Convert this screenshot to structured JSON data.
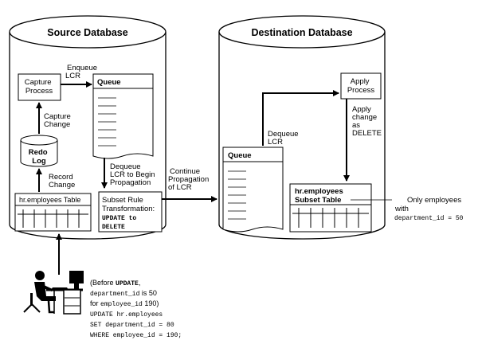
{
  "source_db": {
    "title": "Source Database",
    "capture_process": [
      "Capture",
      "Process"
    ],
    "enqueue_lcr": [
      "Enqueue",
      "LCR"
    ],
    "queue_title": "Queue",
    "capture_change": [
      "Capture",
      "Change"
    ],
    "redo_log": [
      "Redo",
      "Log"
    ],
    "record_change": [
      "Record",
      "Change"
    ],
    "dequeue_lcr_begin": [
      "Dequeue",
      "LCR to Begin",
      "Propagation"
    ],
    "employees_table": "hr.employees Table",
    "subset_rule": {
      "lines": [
        "Subset Rule",
        "Transformation:"
      ],
      "update_to": "UPDATE to",
      "delete": "DELETE"
    }
  },
  "continue_propagation": [
    "Continue",
    "Propagation",
    "of LCR"
  ],
  "dest_db": {
    "title": "Destination Database",
    "apply_process": [
      "Apply",
      "Process"
    ],
    "apply_change": [
      "Apply",
      "change",
      "as",
      "DELETE"
    ],
    "dequeue_lcr": [
      "Dequeue",
      "LCR"
    ],
    "queue_title": "Queue",
    "subset_table": [
      "hr.employees",
      "Subset Table"
    ]
  },
  "note": {
    "line1": "Only employees",
    "line2": "with",
    "line3": "department_id = 50"
  },
  "sql": {
    "l1_a": "(Before ",
    "l1_b": "UPDATE",
    "l1_c": ",",
    "l2": "department_id is 50",
    "l3": "for employee_id 190)",
    "l4": "UPDATE hr.employees",
    "l5": "SET department_id = 80",
    "l6": "WHERE employee_id = 190;"
  }
}
